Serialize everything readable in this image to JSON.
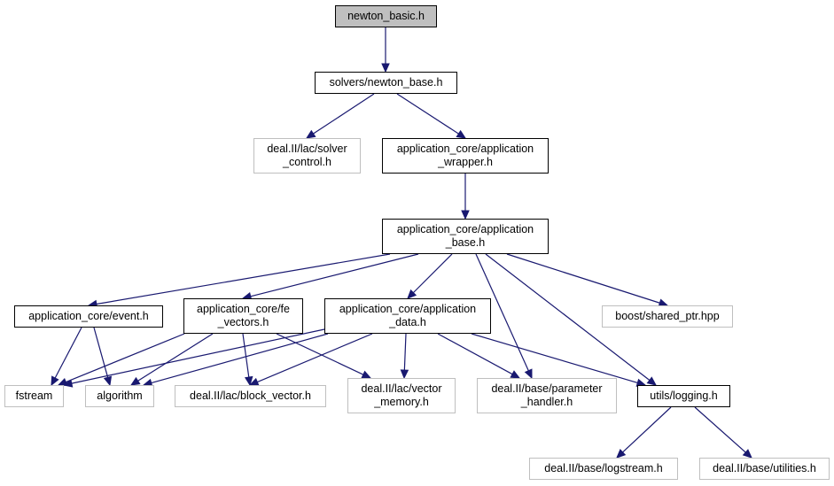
{
  "colors": {
    "edge": "#191970",
    "root_fill": "#bfbfbf",
    "internal_border": "#000000",
    "external_border": "#bfbfbf"
  },
  "nodes": {
    "newton_basic": {
      "label": "newton_basic.h",
      "kind": "root"
    },
    "newton_base": {
      "label": "solvers/newton_base.h",
      "kind": "internal"
    },
    "solver_control": {
      "label": "deal.II/lac/solver\n_control.h",
      "kind": "external"
    },
    "app_wrapper": {
      "label": "application_core/application\n_wrapper.h",
      "kind": "internal"
    },
    "app_base": {
      "label": "application_core/application\n_base.h",
      "kind": "internal"
    },
    "event": {
      "label": "application_core/event.h",
      "kind": "internal"
    },
    "fe_vectors": {
      "label": "application_core/fe\n_vectors.h",
      "kind": "internal"
    },
    "app_data": {
      "label": "application_core/application\n_data.h",
      "kind": "internal"
    },
    "shared_ptr": {
      "label": "boost/shared_ptr.hpp",
      "kind": "external"
    },
    "fstream": {
      "label": "fstream",
      "kind": "external"
    },
    "algorithm": {
      "label": "algorithm",
      "kind": "external"
    },
    "block_vector": {
      "label": "deal.II/lac/block_vector.h",
      "kind": "external"
    },
    "vector_memory": {
      "label": "deal.II/lac/vector\n_memory.h",
      "kind": "external"
    },
    "param_handler": {
      "label": "deal.II/base/parameter\n_handler.h",
      "kind": "external"
    },
    "logging": {
      "label": "utils/logging.h",
      "kind": "internal"
    },
    "logstream": {
      "label": "deal.II/base/logstream.h",
      "kind": "external"
    },
    "utilities": {
      "label": "deal.II/base/utilities.h",
      "kind": "external"
    }
  },
  "edges": [
    [
      "newton_basic",
      "newton_base"
    ],
    [
      "newton_base",
      "solver_control"
    ],
    [
      "newton_base",
      "app_wrapper"
    ],
    [
      "app_wrapper",
      "app_base"
    ],
    [
      "app_base",
      "event"
    ],
    [
      "app_base",
      "fe_vectors"
    ],
    [
      "app_base",
      "app_data"
    ],
    [
      "app_base",
      "shared_ptr"
    ],
    [
      "app_base",
      "param_handler"
    ],
    [
      "app_base",
      "logging"
    ],
    [
      "event",
      "fstream"
    ],
    [
      "event",
      "algorithm"
    ],
    [
      "fe_vectors",
      "fstream"
    ],
    [
      "fe_vectors",
      "algorithm"
    ],
    [
      "fe_vectors",
      "block_vector"
    ],
    [
      "fe_vectors",
      "vector_memory"
    ],
    [
      "app_data",
      "fstream"
    ],
    [
      "app_data",
      "algorithm"
    ],
    [
      "app_data",
      "block_vector"
    ],
    [
      "app_data",
      "vector_memory"
    ],
    [
      "app_data",
      "param_handler"
    ],
    [
      "app_data",
      "logging"
    ],
    [
      "logging",
      "logstream"
    ],
    [
      "logging",
      "utilities"
    ]
  ]
}
